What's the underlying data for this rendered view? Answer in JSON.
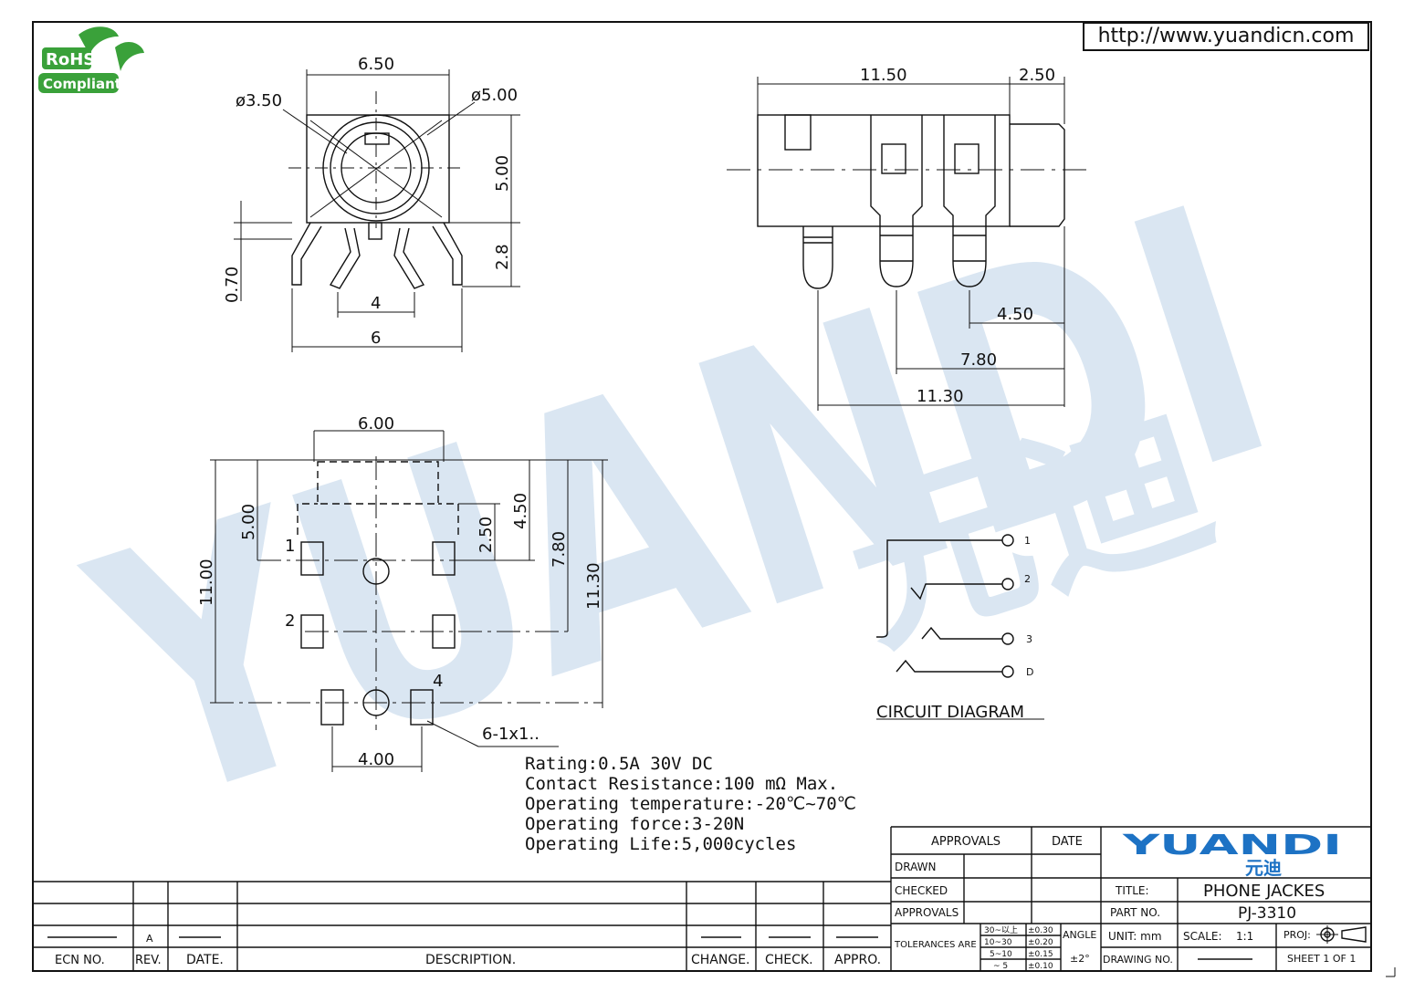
{
  "website": "http://www.yuandicn.com",
  "rohs": {
    "line1": "RoHS",
    "line2": "Compliant"
  },
  "watermark": {
    "latin": "YUANDI",
    "cjk": "元迪"
  },
  "brand": {
    "latin": "YUANDI",
    "cjk": "元迪",
    "color": "#1d72c4"
  },
  "top_view_dims": {
    "width": "6.50",
    "hole_small": "ø3.50",
    "hole_large": "ø5.00",
    "height": "5.00",
    "leg_height": "2.8",
    "leg_offset": "0.70",
    "inner_pitch": "4",
    "outer_pitch": "6"
  },
  "side_view_dims": {
    "body_length": "11.50",
    "nose_length": "2.50",
    "pin3": "4.50",
    "pin2": "7.80",
    "pin1": "11.30"
  },
  "footprint_dims": {
    "top_width": "6.00",
    "dim_500": "5.00",
    "dim_250": "2.50",
    "dim_450": "4.50",
    "dim_780": "7.80",
    "dim_1100": "11.00",
    "dim_1130": "11.30",
    "bottom_width": "4.00",
    "pad_note": "6-1x1..",
    "pin_1": "1",
    "pin_2": "2",
    "pin_4": "4"
  },
  "circuit": {
    "title": "CIRCUIT DIAGRAM",
    "pins": [
      "1",
      "2",
      "3",
      "D"
    ]
  },
  "specs": [
    "Rating:0.5A 30V DC",
    "Contact Resistance:100 mΩ Max.",
    "Operating temperature:-20℃~70℃",
    "Operating force:3-20N",
    "Operating Life:5,000cycles"
  ],
  "revision_block": {
    "headers": [
      "ECN NO.",
      "REV.",
      "DATE.",
      "DESCRIPTION.",
      "CHANGE.",
      "CHECK.",
      "APPRO."
    ],
    "rev_value": "A"
  },
  "title_block": {
    "approvals_header": "APPROVALS",
    "date_header": "DATE",
    "drawn": "DRAWN",
    "checked": "CHECKED",
    "approvals": "APPROVALS",
    "tolerances_label": "TOLERANCES ARE",
    "tolerances": [
      {
        "range": "30~以上",
        "value": "±0.30"
      },
      {
        "range": "10~30",
        "value": "±0.20"
      },
      {
        "range": "5~10",
        "value": "±0.15"
      },
      {
        "range": "~ 5",
        "value": "±0.10"
      }
    ],
    "angle_label": "ANGLE",
    "angle_value": "±2°",
    "title_label": "TITLE:",
    "title_value": "PHONE JACKES",
    "part_label": "PART NO.",
    "part_value": "PJ-3310",
    "unit": "UNIT: mm",
    "scale_label": "SCALE:",
    "scale_value": "1:1",
    "proj_label": "PROJ:",
    "drawing_no_label": "DRAWING NO.",
    "sheet": "SHEET 1 OF 1"
  }
}
